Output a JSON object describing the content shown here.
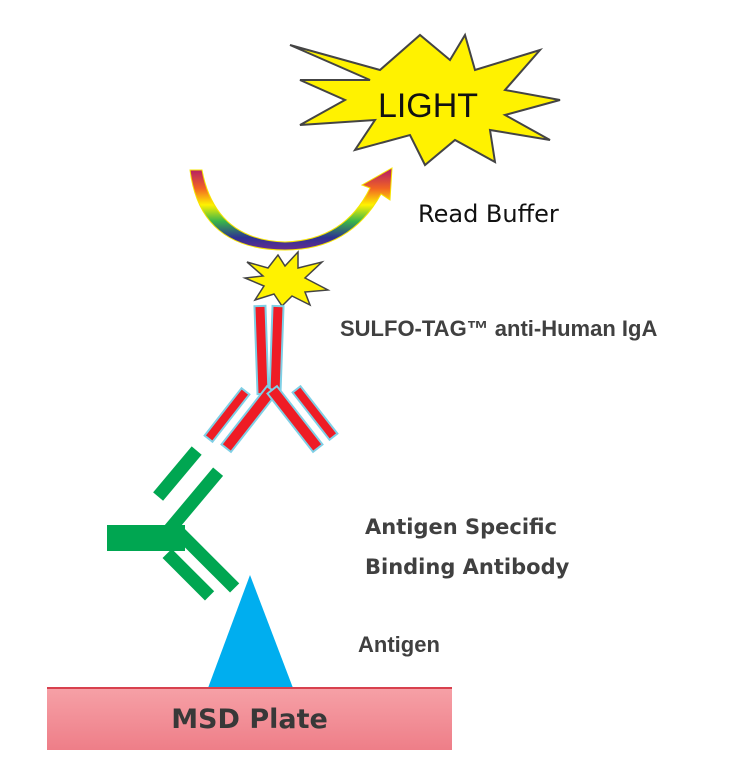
{
  "burst_text": "LIGHT",
  "labels": {
    "read_buffer": "Read Buffer",
    "sulfo_tag": "SULFO-TAG™ anti-Human IgA",
    "antigen_specific_line1": "Antigen Specific",
    "antigen_specific_line2": "Binding Antibody",
    "antigen": "Antigen",
    "plate": "MSD Plate"
  },
  "colors": {
    "star": "#FFF200",
    "detection_antibody": "#EE1C25",
    "capture_antibody": "#00A651",
    "antigen": "#00AEEF",
    "plate": "#F08A92"
  }
}
